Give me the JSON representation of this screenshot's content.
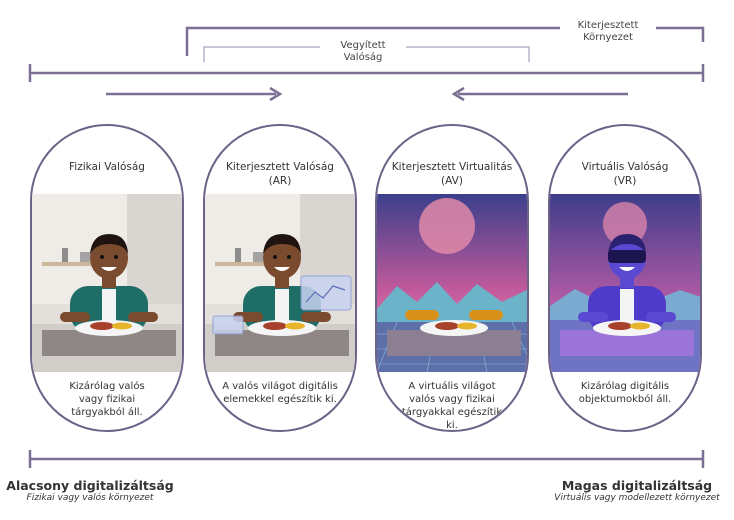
{
  "spectrum": {
    "extended_environment": [
      "Kiterjesztett",
      "Környezet"
    ],
    "mixed_reality": [
      "Vegyített",
      "Valóság"
    ]
  },
  "cards": [
    {
      "title": [
        "Fizikai Valóság"
      ],
      "desc": [
        "Kizárólag valós",
        "vagy fizikai",
        "tárgyakból áll."
      ],
      "scene": "physical"
    },
    {
      "title": [
        "Kiterjesztett Valóság",
        "(AR)"
      ],
      "desc": [
        "A valós világot digitális",
        "elemekkel egészítik ki."
      ],
      "scene": "ar"
    },
    {
      "title": [
        "Kiterjesztett Virtualitás",
        "(AV)"
      ],
      "desc": [
        "A virtuális világot",
        "valós vagy fizikai",
        "tárgyakkal egészítik",
        "ki."
      ],
      "scene": "av"
    },
    {
      "title": [
        "Virtuális Valóság",
        "(VR)"
      ],
      "desc": [
        "Kizárólag digitális",
        "objektumokból áll."
      ],
      "scene": "vr"
    }
  ],
  "axis": {
    "left_title": "Alacsony digitalizáltság",
    "left_sub": "Fizikai vagy valós környezet",
    "right_title": "Magas digitalizáltság",
    "right_sub": "Virtuális vagy modellezett környezet"
  },
  "colors": {
    "frame": "#6e6289",
    "line": "#7b6f93",
    "light_line": "#b9b3c8"
  },
  "icons": [
    "arrow-right-icon",
    "arrow-left-icon"
  ]
}
